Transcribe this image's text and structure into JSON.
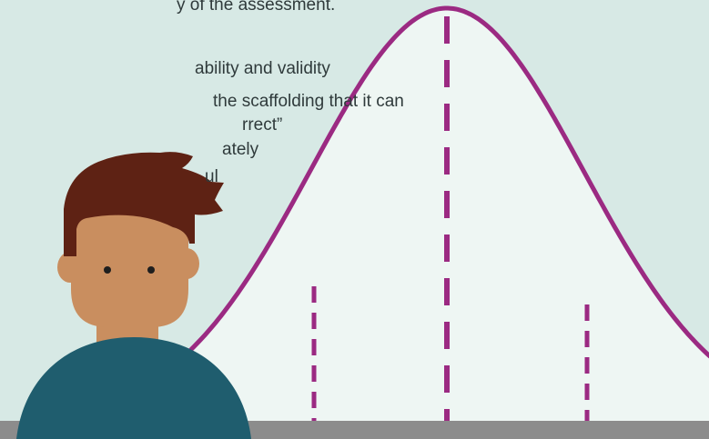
{
  "colors": {
    "background": "#d7e9e5",
    "curve": "#9b2a82",
    "curve_fill": "#eef6f3",
    "floor": "#8c8c8c",
    "hair": "#5e2214",
    "skin": "#c98e5f",
    "shirt": "#1f5d6e",
    "eyes": "#1e1e1e",
    "text": "#2f3a3b"
  },
  "text_lines": [
    "y of the assessment.",
    "ability and validity",
    "the scaffolding that it can",
    "rrect”",
    "ately",
    "ul"
  ],
  "icons": {
    "bell_curve": "normal-distribution-curve",
    "character": "person-illustration"
  }
}
